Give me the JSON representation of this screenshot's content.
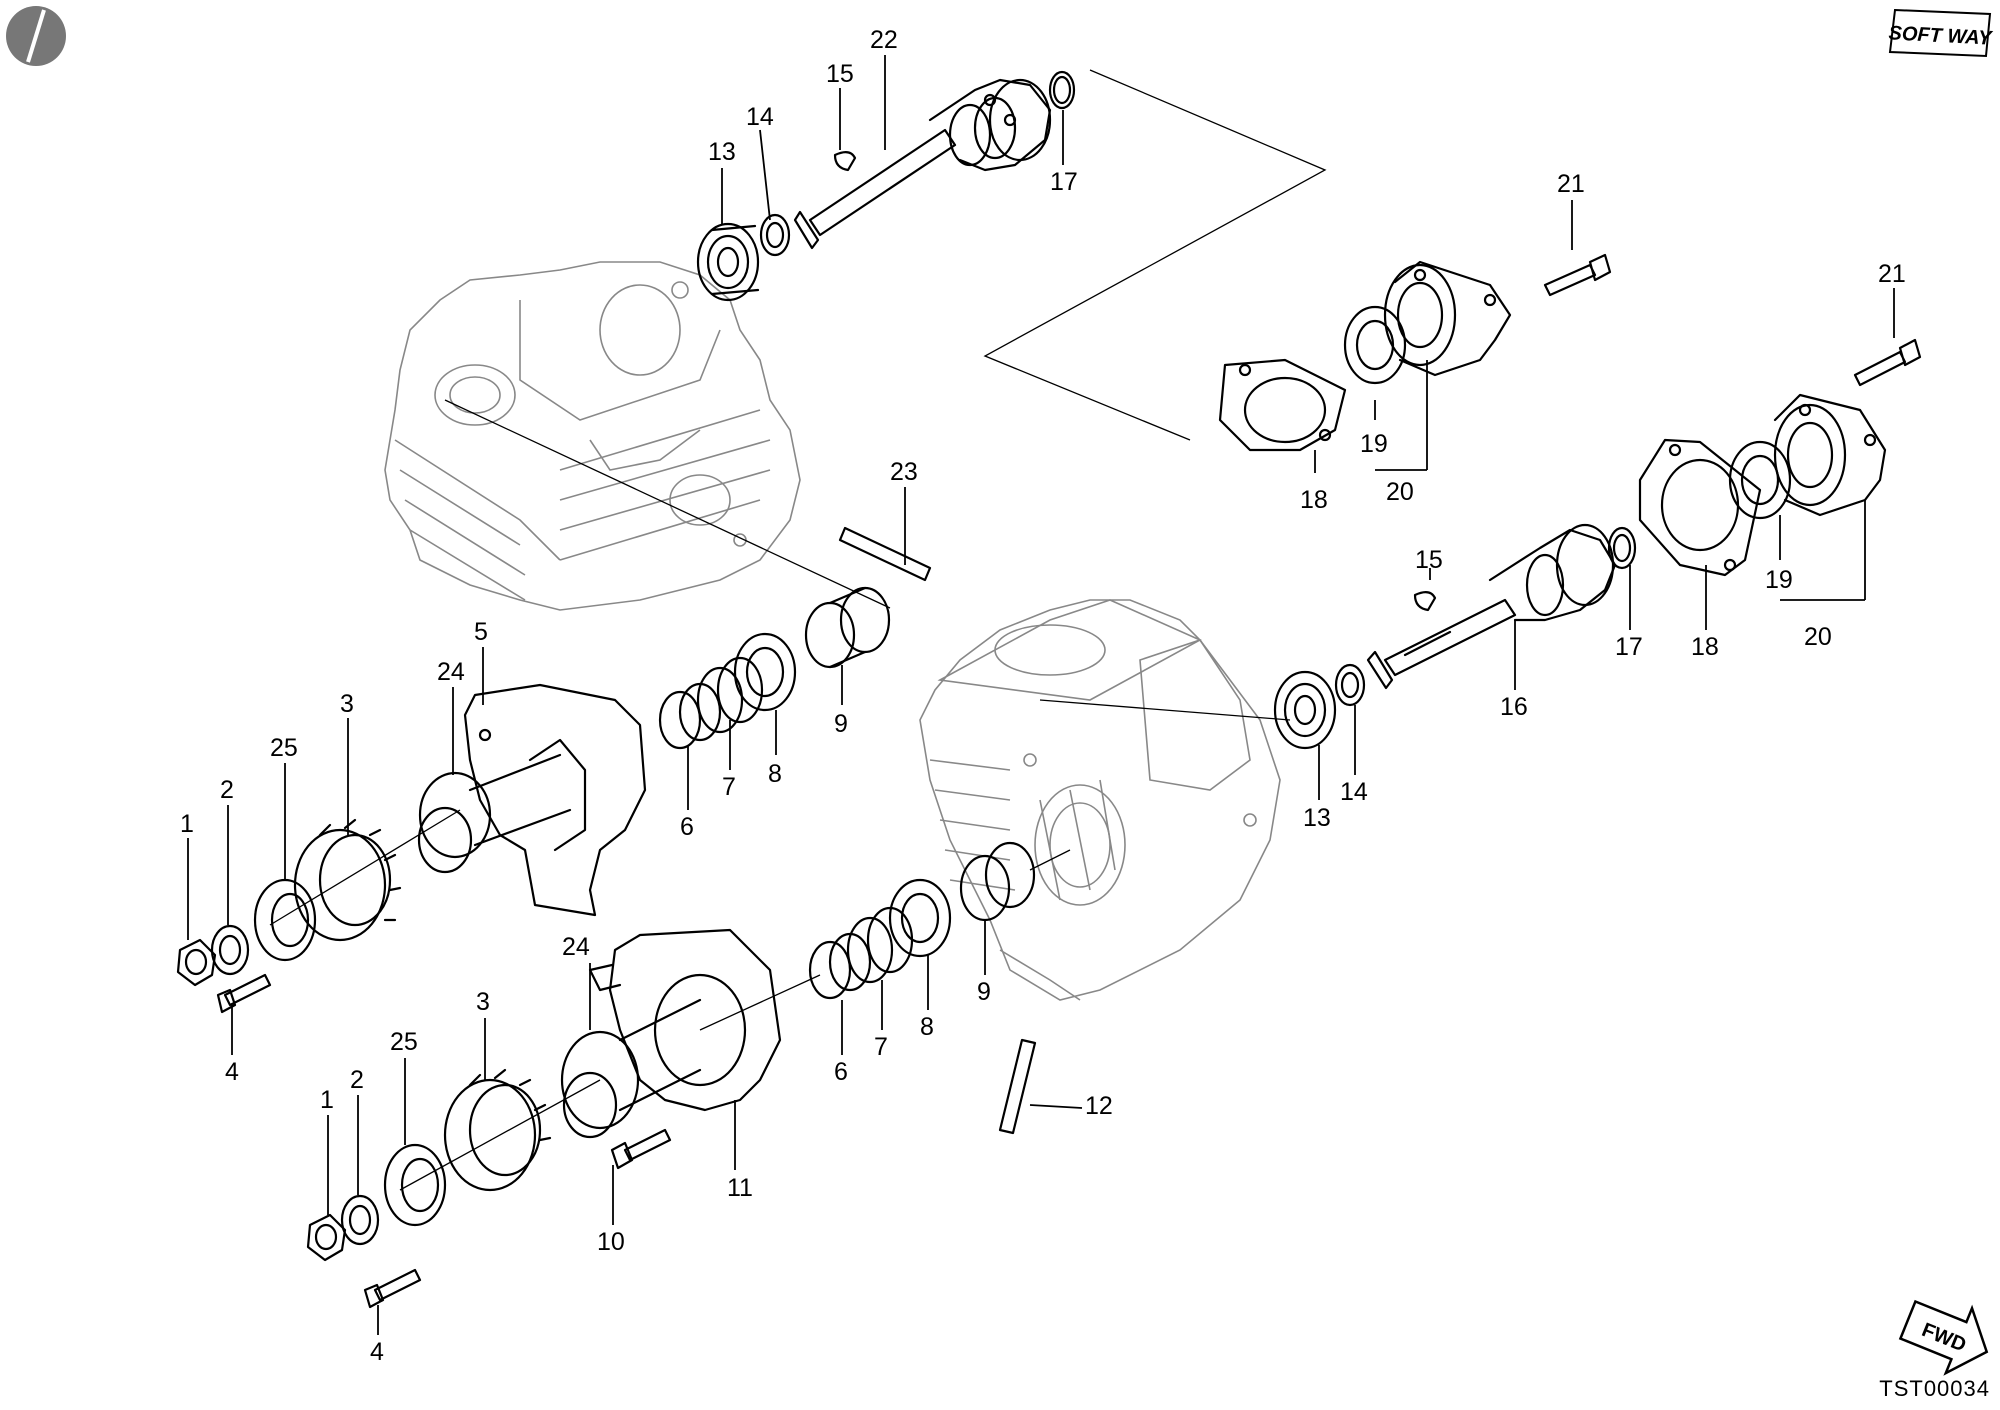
{
  "brand_logo_text": "SOFT WAY",
  "fwd_label": "FWD",
  "drawing_ref": "TST00034",
  "callouts": [
    {
      "id": "22",
      "text": "22"
    },
    {
      "id": "15a",
      "text": "15"
    },
    {
      "id": "14a",
      "text": "14"
    },
    {
      "id": "13a",
      "text": "13"
    },
    {
      "id": "17a",
      "text": "17"
    },
    {
      "id": "21a",
      "text": "21"
    },
    {
      "id": "21b",
      "text": "21"
    },
    {
      "id": "19a",
      "text": "19"
    },
    {
      "id": "20a",
      "text": "20"
    },
    {
      "id": "18a",
      "text": "18"
    },
    {
      "id": "23",
      "text": "23"
    },
    {
      "id": "5",
      "text": "5"
    },
    {
      "id": "24a",
      "text": "24"
    },
    {
      "id": "3a",
      "text": "3"
    },
    {
      "id": "25a",
      "text": "25"
    },
    {
      "id": "2a",
      "text": "2"
    },
    {
      "id": "1a",
      "text": "1"
    },
    {
      "id": "4a",
      "text": "4"
    },
    {
      "id": "6a",
      "text": "6"
    },
    {
      "id": "7a",
      "text": "7"
    },
    {
      "id": "8a",
      "text": "8"
    },
    {
      "id": "9a",
      "text": "9"
    },
    {
      "id": "15b",
      "text": "15"
    },
    {
      "id": "16",
      "text": "16"
    },
    {
      "id": "17b",
      "text": "17"
    },
    {
      "id": "18b",
      "text": "18"
    },
    {
      "id": "19b",
      "text": "19"
    },
    {
      "id": "20b",
      "text": "20"
    },
    {
      "id": "13b",
      "text": "13"
    },
    {
      "id": "14b",
      "text": "14"
    },
    {
      "id": "24b",
      "text": "24"
    },
    {
      "id": "3b",
      "text": "3"
    },
    {
      "id": "25b",
      "text": "25"
    },
    {
      "id": "2b",
      "text": "2"
    },
    {
      "id": "1b",
      "text": "1"
    },
    {
      "id": "4b",
      "text": "4"
    },
    {
      "id": "10",
      "text": "10"
    },
    {
      "id": "11",
      "text": "11"
    },
    {
      "id": "6b",
      "text": "6"
    },
    {
      "id": "7b",
      "text": "7"
    },
    {
      "id": "8b",
      "text": "8"
    },
    {
      "id": "9b",
      "text": "9"
    },
    {
      "id": "12",
      "text": "12"
    }
  ]
}
